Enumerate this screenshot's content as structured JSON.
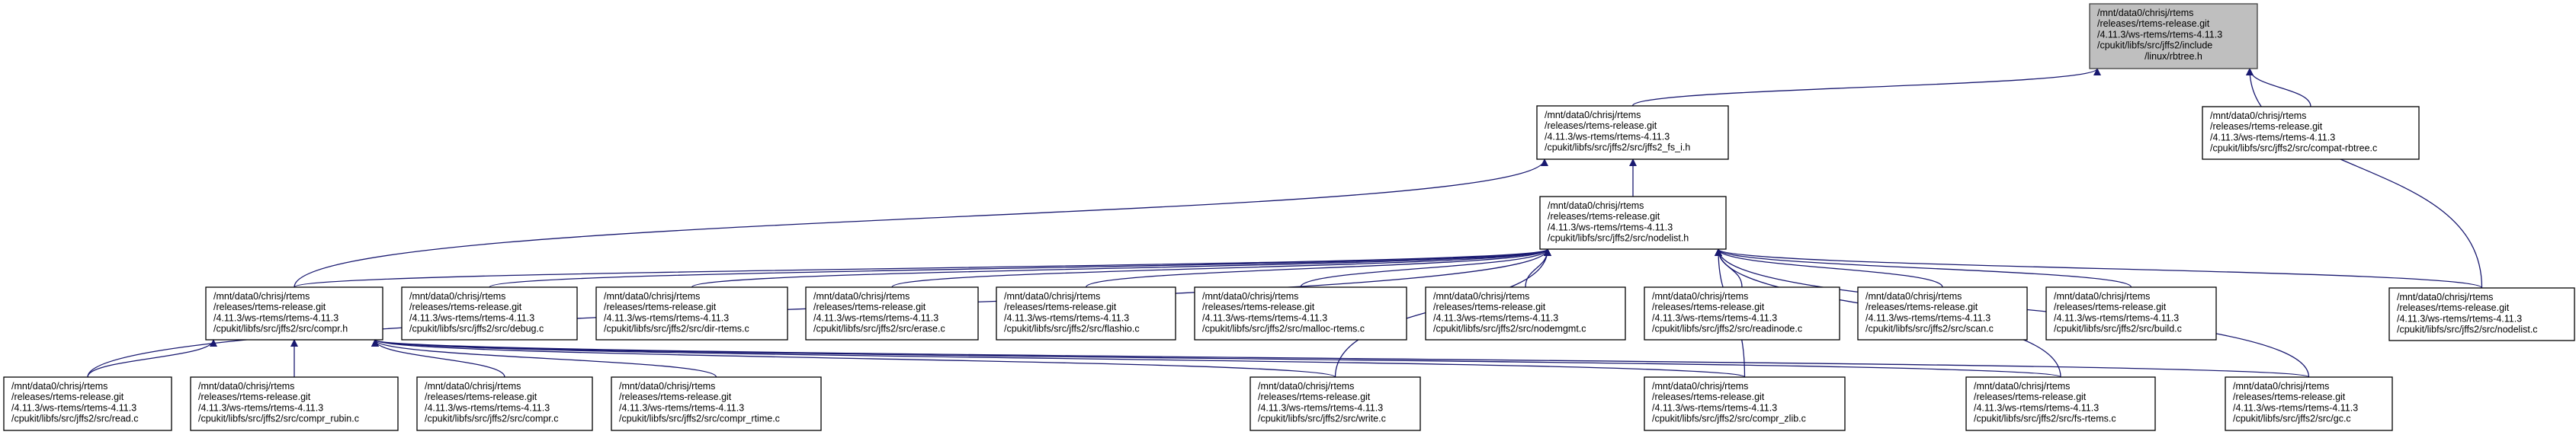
{
  "colors": {
    "edge": "#191970",
    "root_fill": "#bfbfbf",
    "node_fill": "#ffffff"
  },
  "nodes": [
    {
      "id": "rbtree_h",
      "root": true,
      "lines": [
        "/mnt/data0/chrisj/rtems",
        "/releases/rtems-release.git",
        "/4.11.3/ws-rtems/rtems-4.11.3",
        "/cpukit/libfs/src/jffs2/include",
        "/linux/rbtree.h"
      ]
    },
    {
      "id": "jffs2_fs_i_h",
      "lines": [
        "/mnt/data0/chrisj/rtems",
        "/releases/rtems-release.git",
        "/4.11.3/ws-rtems/rtems-4.11.3",
        "/cpukit/libfs/src/jffs2/src/jffs2_fs_i.h"
      ]
    },
    {
      "id": "compat_rbtree_c",
      "lines": [
        "/mnt/data0/chrisj/rtems",
        "/releases/rtems-release.git",
        "/4.11.3/ws-rtems/rtems-4.11.3",
        "/cpukit/libfs/src/jffs2/src/compat-rbtree.c"
      ]
    },
    {
      "id": "nodelist_h",
      "lines": [
        "/mnt/data0/chrisj/rtems",
        "/releases/rtems-release.git",
        "/4.11.3/ws-rtems/rtems-4.11.3",
        "/cpukit/libfs/src/jffs2/src/nodelist.h"
      ]
    },
    {
      "id": "compr_h",
      "lines": [
        "/mnt/data0/chrisj/rtems",
        "/releases/rtems-release.git",
        "/4.11.3/ws-rtems/rtems-4.11.3",
        "/cpukit/libfs/src/jffs2/src/compr.h"
      ]
    },
    {
      "id": "debug_c",
      "lines": [
        "/mnt/data0/chrisj/rtems",
        "/releases/rtems-release.git",
        "/4.11.3/ws-rtems/rtems-4.11.3",
        "/cpukit/libfs/src/jffs2/src/debug.c"
      ]
    },
    {
      "id": "dir_rtems_c",
      "lines": [
        "/mnt/data0/chrisj/rtems",
        "/releases/rtems-release.git",
        "/4.11.3/ws-rtems/rtems-4.11.3",
        "/cpukit/libfs/src/jffs2/src/dir-rtems.c"
      ]
    },
    {
      "id": "erase_c",
      "lines": [
        "/mnt/data0/chrisj/rtems",
        "/releases/rtems-release.git",
        "/4.11.3/ws-rtems/rtems-4.11.3",
        "/cpukit/libfs/src/jffs2/src/erase.c"
      ]
    },
    {
      "id": "flashio_c",
      "lines": [
        "/mnt/data0/chrisj/rtems",
        "/releases/rtems-release.git",
        "/4.11.3/ws-rtems/rtems-4.11.3",
        "/cpukit/libfs/src/jffs2/src/flashio.c"
      ]
    },
    {
      "id": "malloc_rtems_c",
      "lines": [
        "/mnt/data0/chrisj/rtems",
        "/releases/rtems-release.git",
        "/4.11.3/ws-rtems/rtems-4.11.3",
        "/cpukit/libfs/src/jffs2/src/malloc-rtems.c"
      ]
    },
    {
      "id": "nodemgmt_c",
      "lines": [
        "/mnt/data0/chrisj/rtems",
        "/releases/rtems-release.git",
        "/4.11.3/ws-rtems/rtems-4.11.3",
        "/cpukit/libfs/src/jffs2/src/nodemgmt.c"
      ]
    },
    {
      "id": "readinode_c",
      "lines": [
        "/mnt/data0/chrisj/rtems",
        "/releases/rtems-release.git",
        "/4.11.3/ws-rtems/rtems-4.11.3",
        "/cpukit/libfs/src/jffs2/src/readinode.c"
      ]
    },
    {
      "id": "scan_c",
      "lines": [
        "/mnt/data0/chrisj/rtems",
        "/releases/rtems-release.git",
        "/4.11.3/ws-rtems/rtems-4.11.3",
        "/cpukit/libfs/src/jffs2/src/scan.c"
      ]
    },
    {
      "id": "build_c",
      "lines": [
        "/mnt/data0/chrisj/rtems",
        "/releases/rtems-release.git",
        "/4.11.3/ws-rtems/rtems-4.11.3",
        "/cpukit/libfs/src/jffs2/src/build.c"
      ]
    },
    {
      "id": "nodelist_c",
      "lines": [
        "/mnt/data0/chrisj/rtems",
        "/releases/rtems-release.git",
        "/4.11.3/ws-rtems/rtems-4.11.3",
        "/cpukit/libfs/src/jffs2/src/nodelist.c"
      ]
    },
    {
      "id": "read_c",
      "lines": [
        "/mnt/data0/chrisj/rtems",
        "/releases/rtems-release.git",
        "/4.11.3/ws-rtems/rtems-4.11.3",
        "/cpukit/libfs/src/jffs2/src/read.c"
      ]
    },
    {
      "id": "compr_rubin_c",
      "lines": [
        "/mnt/data0/chrisj/rtems",
        "/releases/rtems-release.git",
        "/4.11.3/ws-rtems/rtems-4.11.3",
        "/cpukit/libfs/src/jffs2/src/compr_rubin.c"
      ]
    },
    {
      "id": "compr_c",
      "lines": [
        "/mnt/data0/chrisj/rtems",
        "/releases/rtems-release.git",
        "/4.11.3/ws-rtems/rtems-4.11.3",
        "/cpukit/libfs/src/jffs2/src/compr.c"
      ]
    },
    {
      "id": "compr_rtime_c",
      "lines": [
        "/mnt/data0/chrisj/rtems",
        "/releases/rtems-release.git",
        "/4.11.3/ws-rtems/rtems-4.11.3",
        "/cpukit/libfs/src/jffs2/src/compr_rtime.c"
      ]
    },
    {
      "id": "write_c",
      "lines": [
        "/mnt/data0/chrisj/rtems",
        "/releases/rtems-release.git",
        "/4.11.3/ws-rtems/rtems-4.11.3",
        "/cpukit/libfs/src/jffs2/src/write.c"
      ]
    },
    {
      "id": "compr_zlib_c",
      "lines": [
        "/mnt/data0/chrisj/rtems",
        "/releases/rtems-release.git",
        "/4.11.3/ws-rtems/rtems-4.11.3",
        "/cpukit/libfs/src/jffs2/src/compr_zlib.c"
      ]
    },
    {
      "id": "fs_rtems_c",
      "lines": [
        "/mnt/data0/chrisj/rtems",
        "/releases/rtems-release.git",
        "/4.11.3/ws-rtems/rtems-4.11.3",
        "/cpukit/libfs/src/jffs2/src/fs-rtems.c"
      ]
    },
    {
      "id": "gc_c",
      "lines": [
        "/mnt/data0/chrisj/rtems",
        "/releases/rtems-release.git",
        "/4.11.3/ws-rtems/rtems-4.11.3",
        "/cpukit/libfs/src/jffs2/src/gc.c"
      ]
    }
  ],
  "edges": [
    [
      "jffs2_fs_i_h",
      "rbtree_h"
    ],
    [
      "compat_rbtree_c",
      "rbtree_h"
    ],
    [
      "nodelist_c",
      "rbtree_h"
    ],
    [
      "compr_h",
      "jffs2_fs_i_h"
    ],
    [
      "nodelist_h",
      "jffs2_fs_i_h"
    ],
    [
      "compr_h",
      "nodelist_h"
    ],
    [
      "debug_c",
      "nodelist_h"
    ],
    [
      "dir_rtems_c",
      "nodelist_h"
    ],
    [
      "erase_c",
      "nodelist_h"
    ],
    [
      "flashio_c",
      "nodelist_h"
    ],
    [
      "malloc_rtems_c",
      "nodelist_h"
    ],
    [
      "nodemgmt_c",
      "nodelist_h"
    ],
    [
      "readinode_c",
      "nodelist_h"
    ],
    [
      "scan_c",
      "nodelist_h"
    ],
    [
      "build_c",
      "nodelist_h"
    ],
    [
      "nodelist_c",
      "nodelist_h"
    ],
    [
      "read_c",
      "nodelist_h"
    ],
    [
      "write_c",
      "nodelist_h"
    ],
    [
      "compr_zlib_c",
      "nodelist_h"
    ],
    [
      "fs_rtems_c",
      "nodelist_h"
    ],
    [
      "gc_c",
      "nodelist_h"
    ],
    [
      "read_c",
      "compr_h"
    ],
    [
      "compr_rubin_c",
      "compr_h"
    ],
    [
      "compr_c",
      "compr_h"
    ],
    [
      "compr_rtime_c",
      "compr_h"
    ],
    [
      "write_c",
      "compr_h"
    ],
    [
      "compr_zlib_c",
      "compr_h"
    ],
    [
      "fs_rtems_c",
      "compr_h"
    ],
    [
      "gc_c",
      "compr_h"
    ]
  ]
}
